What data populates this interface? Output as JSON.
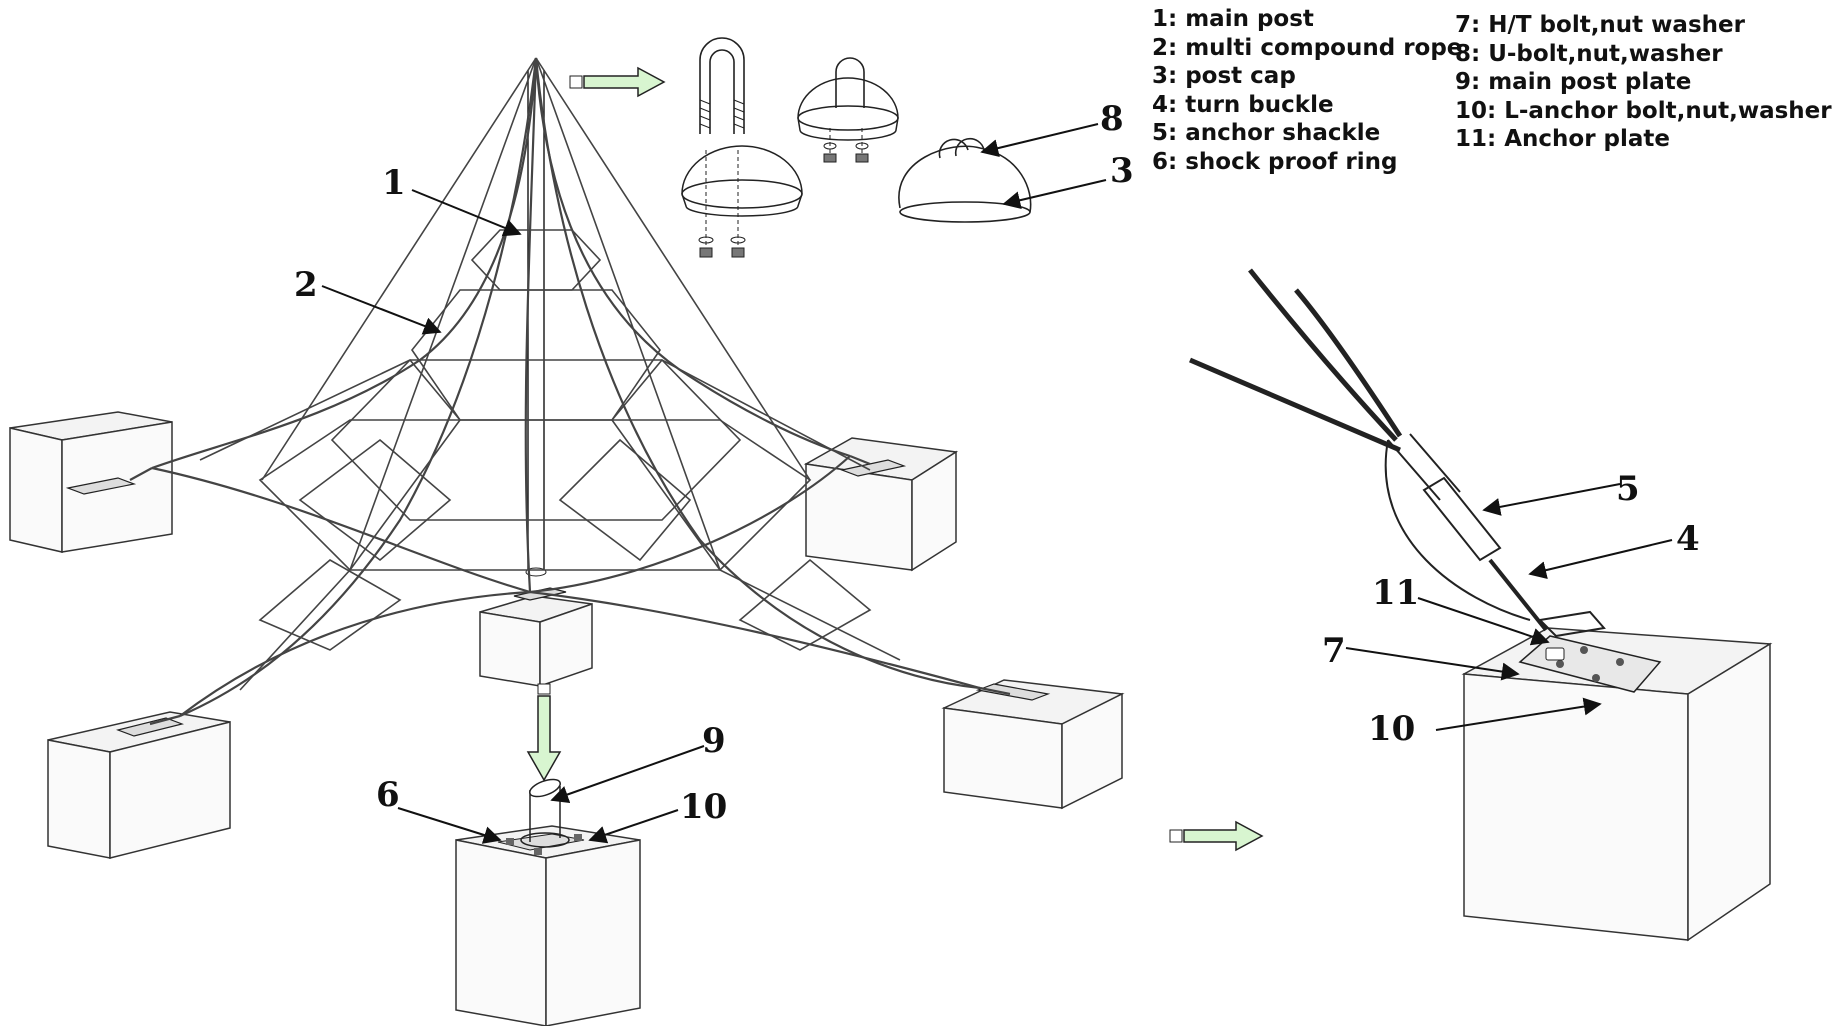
{
  "legend_left": [
    "1: main post",
    "2: multi compound rope",
    "3: post cap",
    "4: turn buckle",
    "5: anchor shackle",
    "6: shock proof ring"
  ],
  "legend_right": [
    "7: H/T bolt,nut washer",
    "8: U-bolt,nut,washer",
    "9: main post plate",
    "10: L-anchor bolt,nut,washer",
    "11: Anchor plate"
  ],
  "callouts": {
    "c1": "1",
    "c2": "2",
    "c8": "8",
    "c3": "3",
    "c9": "9",
    "c6": "6",
    "c10a": "10",
    "c5": "5",
    "c4": "4",
    "c11": "11",
    "c7": "7",
    "c10b": "10"
  },
  "colors": {
    "arrow_fill": "#d8f5d0",
    "line": "#222222"
  }
}
